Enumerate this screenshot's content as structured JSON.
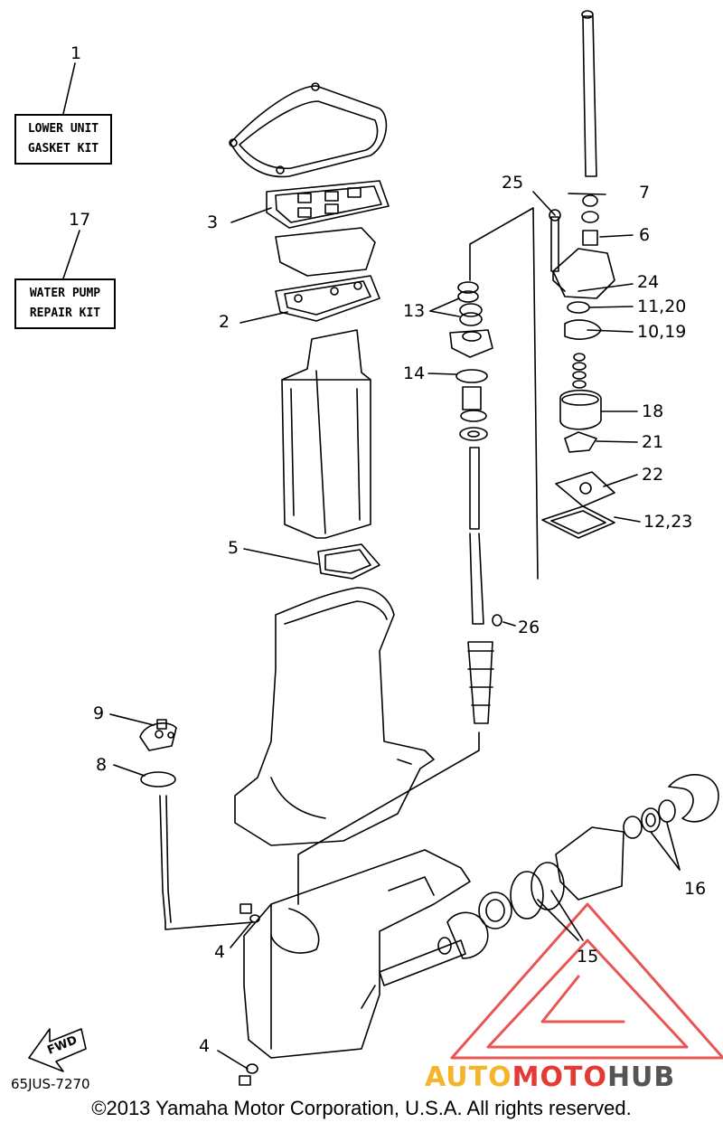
{
  "kits": {
    "lower_unit": {
      "num": "1",
      "line1": "LOWER UNIT",
      "line2": "GASKET KIT"
    },
    "water_pump": {
      "num": "17",
      "line1": "WATER PUMP",
      "line2": "REPAIR KIT"
    }
  },
  "callouts": {
    "c2": "2",
    "c3": "3",
    "c4a": "4",
    "c4b": "4",
    "c5": "5",
    "c6": "6",
    "c7": "7",
    "c8": "8",
    "c9": "9",
    "c10_19": "10,19",
    "c11_20": "11,20",
    "c12_23": "12,23",
    "c13": "13",
    "c14": "14",
    "c15": "15",
    "c16": "16",
    "c18": "18",
    "c21": "21",
    "c22": "22",
    "c24": "24",
    "c25": "25",
    "c26": "26"
  },
  "fwd_label": "FWD",
  "part_code": "65JUS-7270",
  "watermark": {
    "part1": "AUTO",
    "part2": "MOTO",
    "part3": "HUB"
  },
  "copyright": "©2013 Yamaha Motor Corporation, U.S.A. All rights reserved.",
  "colors": {
    "line": "#000000",
    "watermark_red": "#e53935",
    "watermark_orange": "#f4b52a",
    "watermark_gray": "#555555"
  }
}
